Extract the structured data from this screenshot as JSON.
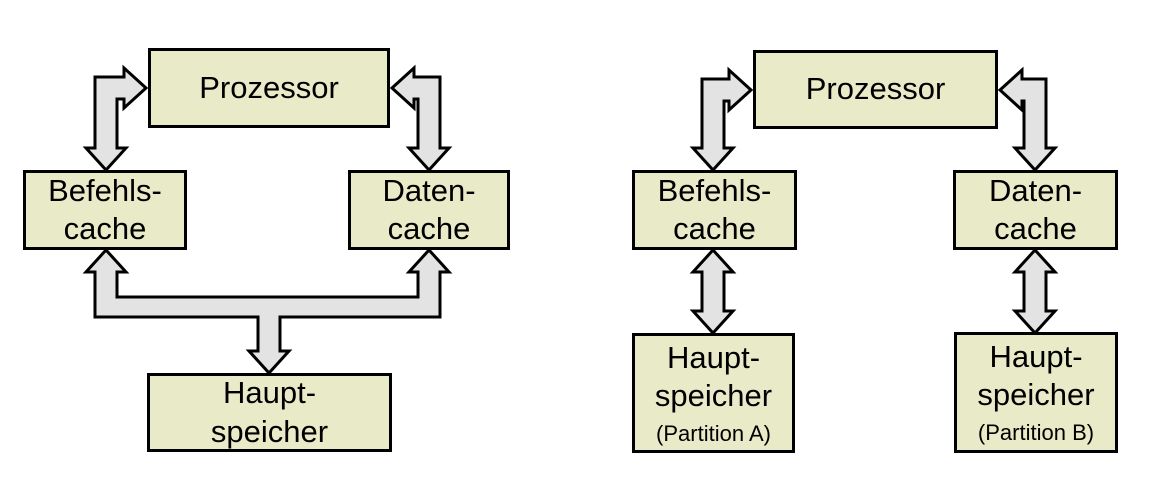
{
  "colors": {
    "background": "#ffffff",
    "box_fill": "#e9eac8",
    "box_border": "#000000",
    "arrow_fill": "#e3e3e3",
    "arrow_border": "#000000",
    "text": "#000000"
  },
  "left_diagram": {
    "processor_label": "Prozessor",
    "instruction_cache_label": "Befehls-\ncache",
    "data_cache_label": "Daten-\ncache",
    "main_memory_label": "Haupt-\nspeicher"
  },
  "right_diagram": {
    "processor_label": "Prozessor",
    "instruction_cache_label": "Befehls-\ncache",
    "data_cache_label": "Daten-\ncache",
    "main_memory_a_label": "Haupt-\nspeicher",
    "main_memory_a_note": "(Partition A)",
    "main_memory_b_label": "Haupt-\nspeicher",
    "main_memory_b_note": "(Partition B)"
  }
}
